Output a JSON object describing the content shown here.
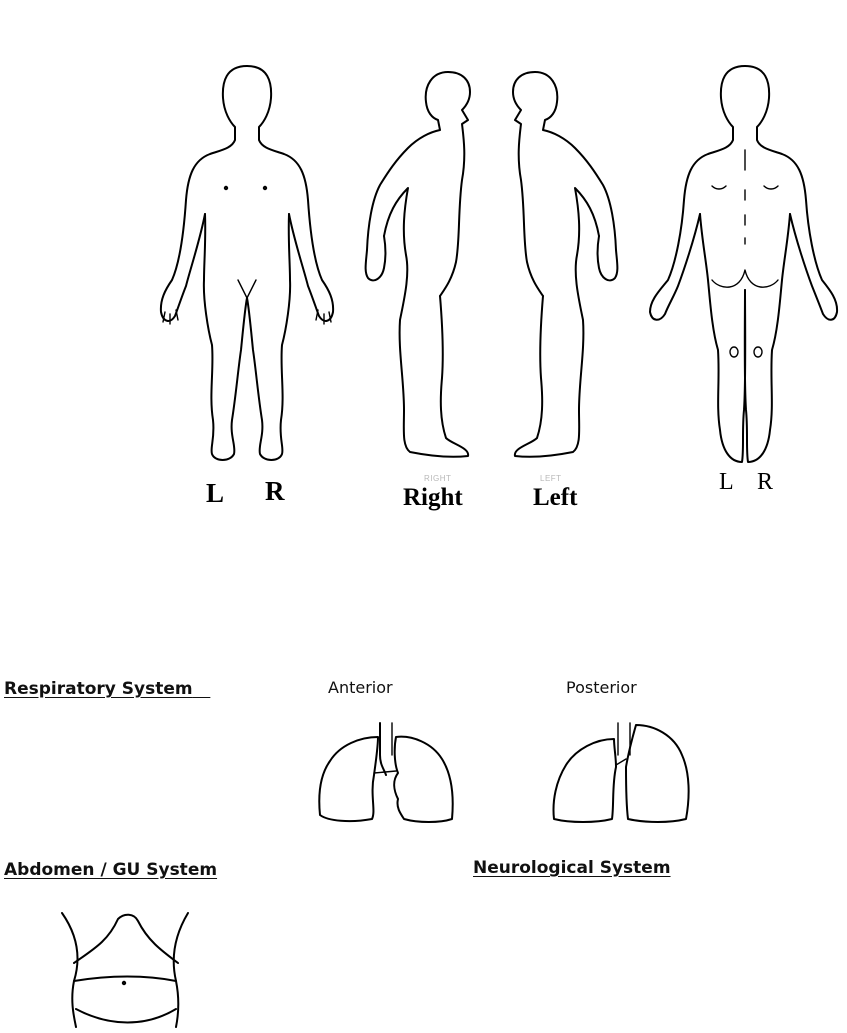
{
  "body_views": {
    "front": {
      "left_label": "L",
      "right_label": "R"
    },
    "sides": {
      "right_small": "RIGHT",
      "left_small": "LEFT",
      "right_label": "Right",
      "left_label": "Left"
    },
    "back": {
      "left_label": "L",
      "right_label": "R"
    }
  },
  "respiratory": {
    "heading": "Respiratory System",
    "anterior_label": "Anterior",
    "posterior_label": "Posterior"
  },
  "abdomen": {
    "heading": "Abdomen / GU System"
  },
  "neurological": {
    "heading": "Neurological System"
  }
}
